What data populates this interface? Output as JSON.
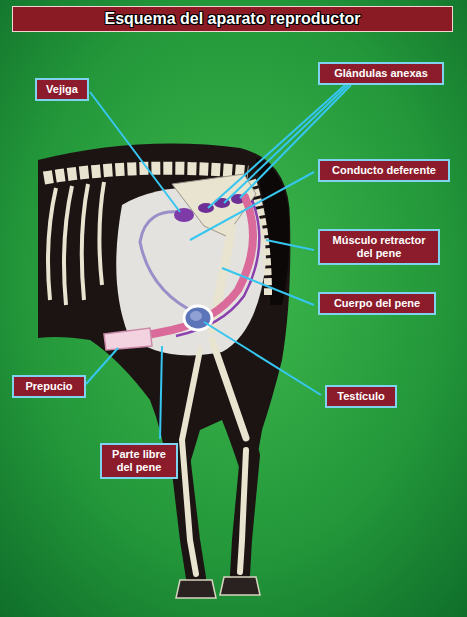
{
  "diagram": {
    "title": "Esquema del aparato reproductor",
    "nodes": [
      {
        "text": [
          "Vejiga"
        ]
      },
      {
        "text": [
          "Glándulas anexas"
        ]
      },
      {
        "text": [
          "Conducto deferente"
        ]
      },
      {
        "text": [
          "Músculo retractor del pene"
        ]
      },
      {
        "text": [
          "Cuerpo del pene"
        ]
      },
      {
        "text": [
          "Prepucio"
        ]
      },
      {
        "text": [
          "Testículo"
        ]
      },
      {
        "text": [
          "Parte libre del pene"
        ]
      }
    ]
  }
}
